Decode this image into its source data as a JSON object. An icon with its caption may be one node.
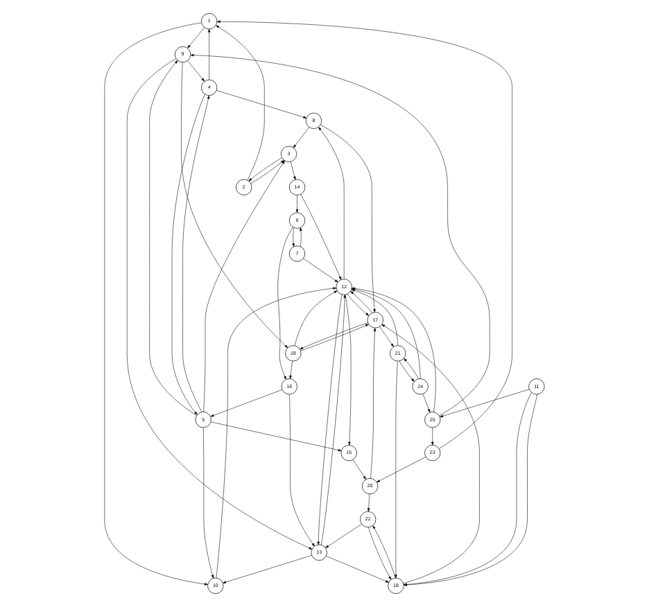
{
  "diagram": {
    "nodes": [
      {
        "text": [
          "1"
        ]
      },
      {
        "text": [
          "2"
        ]
      },
      {
        "text": [
          "3"
        ]
      },
      {
        "text": [
          "4"
        ]
      },
      {
        "text": [
          "5"
        ]
      },
      {
        "text": [
          "6"
        ]
      },
      {
        "text": [
          "7"
        ]
      },
      {
        "text": [
          "8"
        ]
      },
      {
        "text": [
          "9"
        ]
      },
      {
        "text": [
          "10"
        ]
      },
      {
        "text": [
          "11"
        ]
      },
      {
        "text": [
          "12"
        ]
      },
      {
        "text": [
          "13"
        ]
      },
      {
        "text": [
          "14"
        ]
      },
      {
        "text": [
          "15"
        ]
      },
      {
        "text": [
          "16"
        ]
      },
      {
        "text": [
          "17"
        ]
      },
      {
        "text": [
          "18"
        ]
      },
      {
        "text": [
          "19"
        ]
      },
      {
        "text": [
          "20"
        ]
      },
      {
        "text": [
          "21"
        ]
      },
      {
        "text": [
          "22"
        ]
      },
      {
        "text": [
          "23"
        ]
      },
      {
        "text": [
          "24"
        ]
      },
      {
        "text": [
          "25"
        ]
      }
    ],
    "edges": [
      {
        "from": 1,
        "to": 2,
        "arrow": "to"
      },
      {
        "from": 2,
        "to": 1,
        "arrow": "to"
      },
      {
        "from": 1,
        "to": 0,
        "arrow": "to"
      },
      {
        "from": 3,
        "to": 0,
        "arrow": "to"
      },
      {
        "from": 4,
        "to": 3,
        "arrow": "to"
      },
      {
        "from": 3,
        "to": 4,
        "arrow": "to"
      },
      {
        "from": 8,
        "to": 3,
        "arrow": "to"
      },
      {
        "from": 4,
        "to": 8,
        "arrow": "to"
      },
      {
        "from": 23,
        "to": 24,
        "arrow": "to"
      },
      {
        "from": 23,
        "to": 11,
        "arrow": "to"
      },
      {
        "from": 24,
        "to": 22,
        "arrow": "to"
      },
      {
        "from": 22,
        "to": 19,
        "arrow": "to"
      },
      {
        "from": 19,
        "to": 21,
        "arrow": "to"
      },
      {
        "from": 21,
        "to": 17,
        "arrow": "to"
      },
      {
        "from": 10,
        "to": 17,
        "arrow": "to"
      },
      {
        "from": 10,
        "to": 17,
        "arrow": "to"
      },
      {
        "from": 10,
        "to": 24,
        "arrow": "to"
      },
      {
        "from": 17,
        "to": 21,
        "arrow": "to"
      },
      {
        "from": 20,
        "to": 23,
        "arrow": "to"
      },
      {
        "from": 23,
        "to": 20,
        "arrow": "to"
      },
      {
        "from": 20,
        "to": 17,
        "arrow": "to"
      },
      {
        "from": 16,
        "to": 20,
        "arrow": "to"
      },
      {
        "from": 16,
        "to": 18,
        "arrow": "to"
      },
      {
        "from": 18,
        "to": 16,
        "arrow": "to"
      },
      {
        "from": 18,
        "to": 15,
        "arrow": "to"
      },
      {
        "from": 15,
        "to": 12,
        "arrow": "to"
      },
      {
        "from": 12,
        "to": 9,
        "arrow": "to"
      },
      {
        "from": 13,
        "to": 5,
        "arrow": "to"
      },
      {
        "from": 13,
        "to": 11,
        "arrow": "to"
      },
      {
        "from": 6,
        "to": 11,
        "arrow": "to"
      },
      {
        "from": 5,
        "to": 6,
        "arrow": "to"
      },
      {
        "from": 6,
        "to": 5,
        "arrow": "to"
      },
      {
        "from": 11,
        "to": 14,
        "arrow": "to"
      },
      {
        "from": 4,
        "to": 14,
        "arrow": "to"
      },
      {
        "from": 11,
        "to": 7,
        "arrow": "to"
      },
      {
        "from": 14,
        "to": 19,
        "arrow": "to"
      },
      {
        "from": 7,
        "to": 16,
        "arrow": "to"
      },
      {
        "from": 8,
        "to": 18,
        "arrow": "to"
      },
      {
        "from": 11,
        "to": 12,
        "arrow": "to"
      },
      {
        "from": 11,
        "to": 16,
        "arrow": "to"
      },
      {
        "from": 9,
        "to": 11,
        "arrow": "to"
      },
      {
        "from": 12,
        "to": 17,
        "arrow": "to"
      },
      {
        "from": 2,
        "to": 13,
        "arrow": "to"
      },
      {
        "from": 0,
        "to": 8,
        "arrow": "to"
      },
      {
        "from": 24,
        "to": 8,
        "arrow": "to"
      },
      {
        "from": 4,
        "to": 2,
        "arrow": "to"
      },
      {
        "from": 7,
        "to": 2,
        "arrow": "to"
      },
      {
        "from": 22,
        "to": 0,
        "arrow": "to"
      },
      {
        "from": 0,
        "to": 9,
        "arrow": "to"
      },
      {
        "from": 19,
        "to": 16,
        "arrow": "to"
      },
      {
        "from": 16,
        "to": 11,
        "arrow": "to"
      },
      {
        "from": 12,
        "to": 11,
        "arrow": "to"
      },
      {
        "from": 18,
        "to": 11,
        "arrow": "to"
      },
      {
        "from": 15,
        "to": 4,
        "arrow": "to"
      },
      {
        "from": 5,
        "to": 15,
        "arrow": "to"
      },
      {
        "from": 8,
        "to": 12,
        "arrow": "to"
      },
      {
        "from": 3,
        "to": 7,
        "arrow": "to"
      },
      {
        "from": 4,
        "to": 9,
        "arrow": "to"
      },
      {
        "from": 17,
        "to": 16,
        "arrow": "to"
      },
      {
        "from": 24,
        "to": 11,
        "arrow": "to"
      },
      {
        "from": 21,
        "to": 12,
        "arrow": "to"
      },
      {
        "from": 20,
        "to": 11,
        "arrow": "to"
      }
    ]
  }
}
